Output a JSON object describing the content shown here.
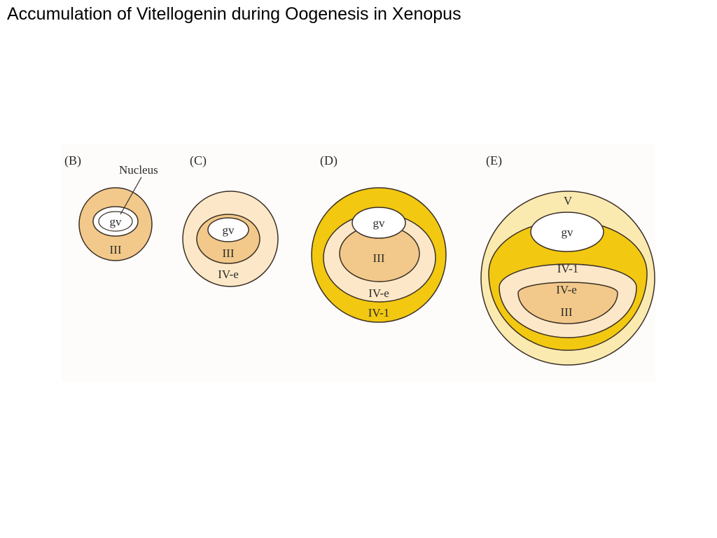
{
  "title": "Accumulation of Vitellogenin during Oogenesis in Xenopus",
  "colors": {
    "stage_III": "#f2c98a",
    "stage_IV_e": "#fce8c8",
    "stage_IV_1": "#f2c811",
    "stage_V": "#fbeab0",
    "germinal_vesicle": "#ffffff",
    "outline": "#3b2f26"
  },
  "panels": [
    {
      "letter": "(B)",
      "callout": "Nucleus",
      "gv": "gv",
      "layers": [
        "III"
      ]
    },
    {
      "letter": "(C)",
      "gv": "gv",
      "layers": [
        "III",
        "IV-e"
      ]
    },
    {
      "letter": "(D)",
      "gv": "gv",
      "layers": [
        "III",
        "IV-e",
        "IV-1"
      ]
    },
    {
      "letter": "(E)",
      "gv": "gv",
      "layers": [
        "V",
        "IV-1",
        "IV-e",
        "III"
      ]
    }
  ]
}
